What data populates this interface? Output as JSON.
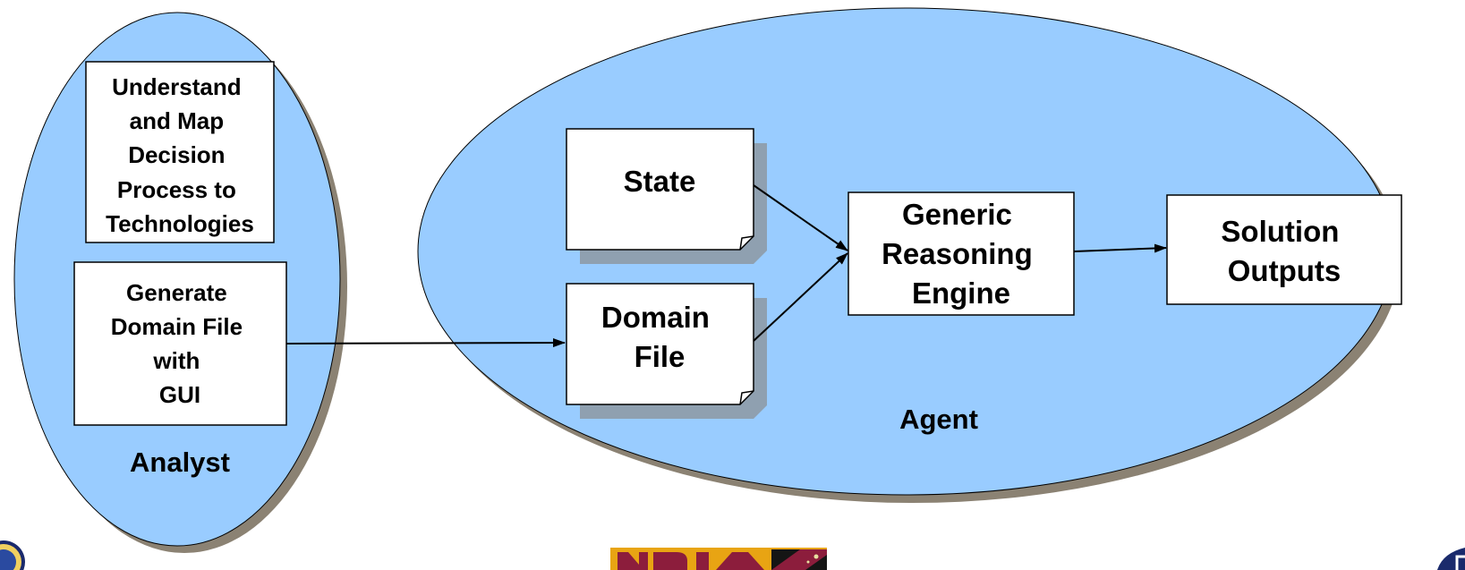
{
  "diagram": {
    "analyst": {
      "label": "Analyst",
      "understand_box": {
        "lines": [
          "Understand",
          "and Map",
          "Decision",
          "Process to",
          "Technologies"
        ]
      },
      "generate_box": {
        "lines": [
          "Generate",
          "Domain File",
          "with",
          "GUI"
        ]
      }
    },
    "agent": {
      "label": "Agent",
      "state_doc": {
        "lines": [
          "State"
        ]
      },
      "domain_doc": {
        "lines": [
          "Domain",
          "File"
        ]
      },
      "engine_box": {
        "lines": [
          "Generic",
          "Reasoning",
          "Engine"
        ]
      },
      "solution_box": {
        "lines": [
          "Solution",
          "Outputs"
        ]
      }
    },
    "logos": {
      "left_seal": {
        "icon": "seal-logo-icon"
      },
      "center": {
        "icon": "ndia-logo-icon"
      },
      "right": {
        "icon": "partial-round-logo-icon"
      }
    },
    "colors": {
      "ellipse_fill": "#99ccff",
      "shadow": "#8b8273",
      "doc_shadow": "#8fa0b0",
      "box_fill": "#ffffff",
      "ndia_maroon": "#8c1d3c",
      "ndia_gold": "#e8a413"
    }
  }
}
